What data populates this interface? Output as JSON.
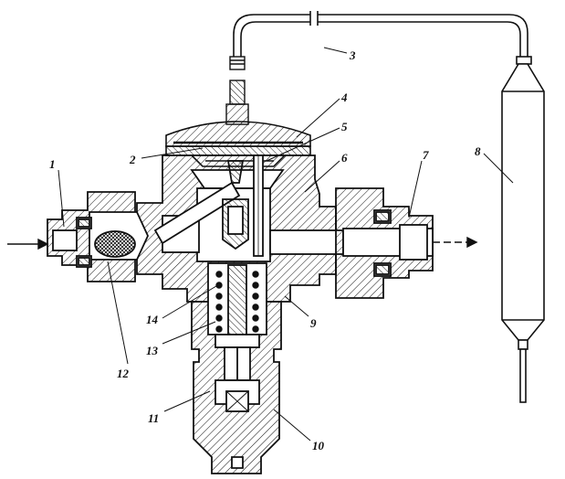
{
  "diagram": {
    "labels": [
      {
        "id": "1",
        "text": "1"
      },
      {
        "id": "2",
        "text": "2"
      },
      {
        "id": "3",
        "text": "3"
      },
      {
        "id": "4",
        "text": "4"
      },
      {
        "id": "5",
        "text": "5"
      },
      {
        "id": "6",
        "text": "6"
      },
      {
        "id": "7",
        "text": "7"
      },
      {
        "id": "8",
        "text": "8"
      },
      {
        "id": "9",
        "text": "9"
      },
      {
        "id": "10",
        "text": "10"
      },
      {
        "id": "11",
        "text": "11"
      },
      {
        "id": "12",
        "text": "12"
      },
      {
        "id": "13",
        "text": "13"
      },
      {
        "id": "14",
        "text": "14"
      }
    ]
  },
  "colors": {
    "ink": "#111111",
    "paper": "#ffffff"
  }
}
